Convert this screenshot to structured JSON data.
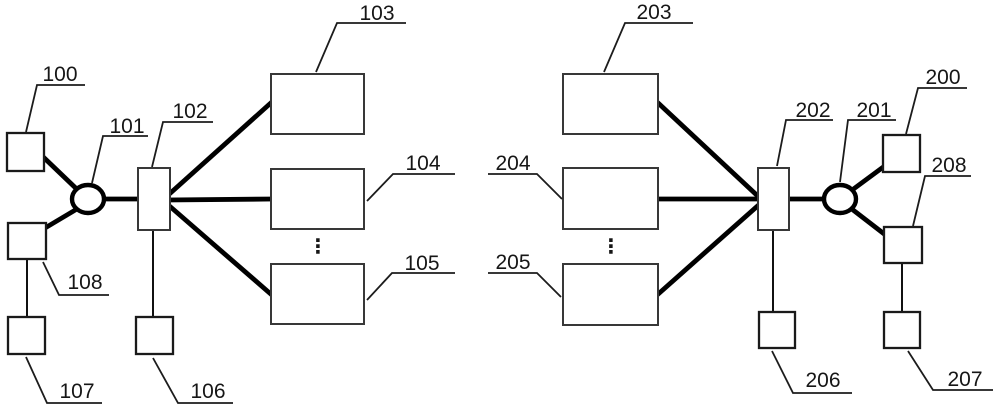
{
  "figure": {
    "background": "#ffffff",
    "ink": "#000000",
    "box_border": "#383838",
    "labels": {
      "n100": "100",
      "n101": "101",
      "n102": "102",
      "n103": "103",
      "n104": "104",
      "n105": "105",
      "n106": "106",
      "n107": "107",
      "n108": "108",
      "n200": "200",
      "n201": "201",
      "n202": "202",
      "n203": "203",
      "n204": "204",
      "n205": "205",
      "n206": "206",
      "n207": "207",
      "n208": "208"
    },
    "ellipsis_left": "⋮",
    "ellipsis_right": "⋮"
  }
}
